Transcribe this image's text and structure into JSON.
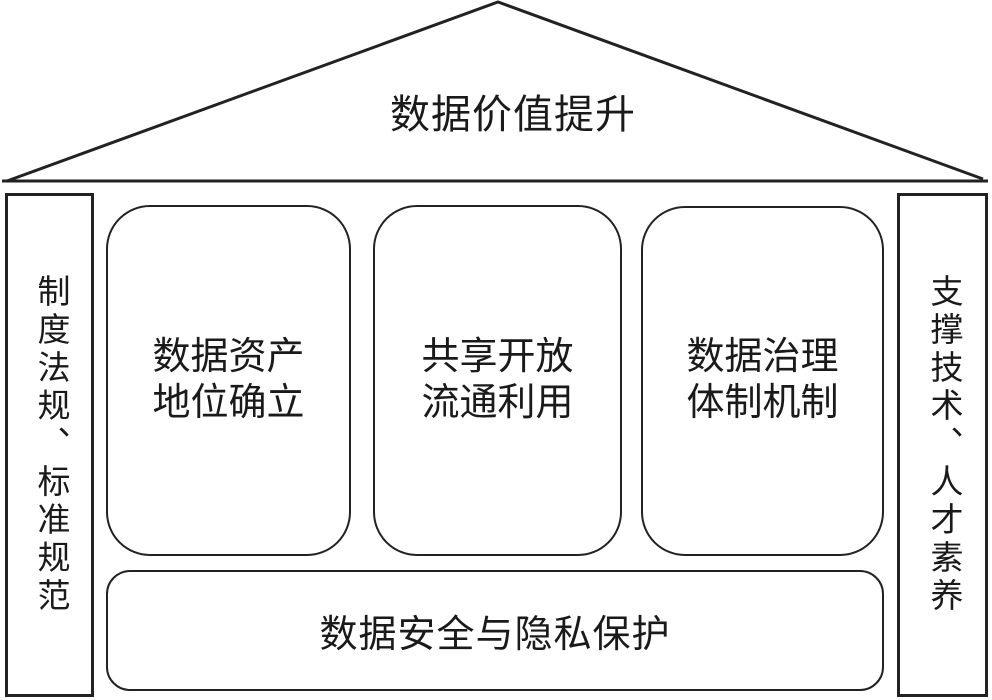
{
  "diagram": {
    "roof_label": "数据价值提升",
    "left_bar_label": "制度法规、标准规范",
    "right_bar_label": "支撑技术、人才素养",
    "columns": [
      {
        "line1": "数据资产",
        "line2": "地位确立"
      },
      {
        "line1": "共享开放",
        "line2": "流通利用"
      },
      {
        "line1": "数据治理",
        "line2": "体制机制"
      }
    ],
    "base_label": "数据安全与隐私保护",
    "colors": {
      "stroke": "#222222",
      "text": "#1a1a1a",
      "background": "#ffffff"
    }
  }
}
